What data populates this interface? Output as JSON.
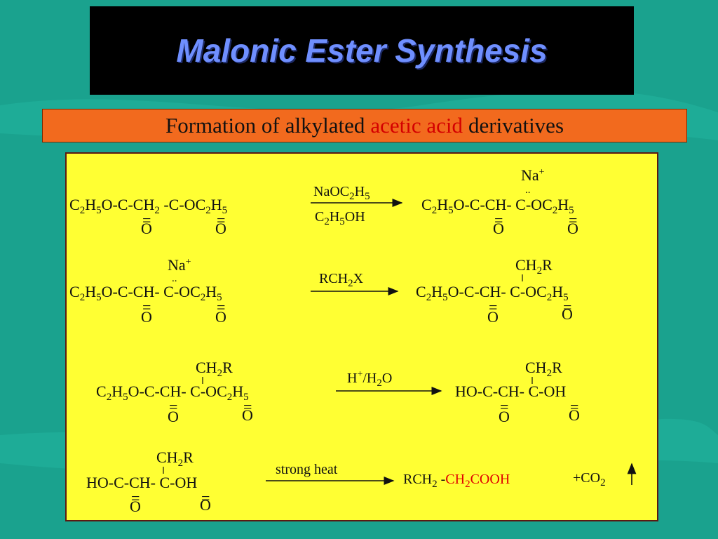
{
  "title": "Malonic Ester Synthesis",
  "subtitle": {
    "part1": "Formation of",
    "part2": "alkylated",
    "part3": "acetic acid",
    "part4": "derivatives"
  },
  "colors": {
    "background": "#1aa28e",
    "title_text": "#6f8fff",
    "subtitle_box": "#f26a1e",
    "highlight": "#e00000",
    "panel": "#ffff33"
  },
  "reactions": {
    "r1": {
      "reagent_top": "NaOC2H5",
      "reagent_bottom": "C2H5OH"
    },
    "r2": {
      "reagent_top": "RCH2X"
    },
    "r3": {
      "reagent_top": "H+/H2O"
    },
    "r4": {
      "reagent_top": "strong heat",
      "product_acid": "RCH2-CH2COOH",
      "product_gas": "+CO2"
    }
  },
  "atoms": {
    "ester_group": "C2H5O",
    "right_ester": "OC2H5",
    "carbonyl_o": "O",
    "sodium": "Na+",
    "side_chain": "CH2R",
    "hydroxyl": "HO",
    "hydroxyl_right": "OH"
  },
  "arrow_icon": "right-arrow-icon",
  "gas_icon": "up-arrow-icon"
}
